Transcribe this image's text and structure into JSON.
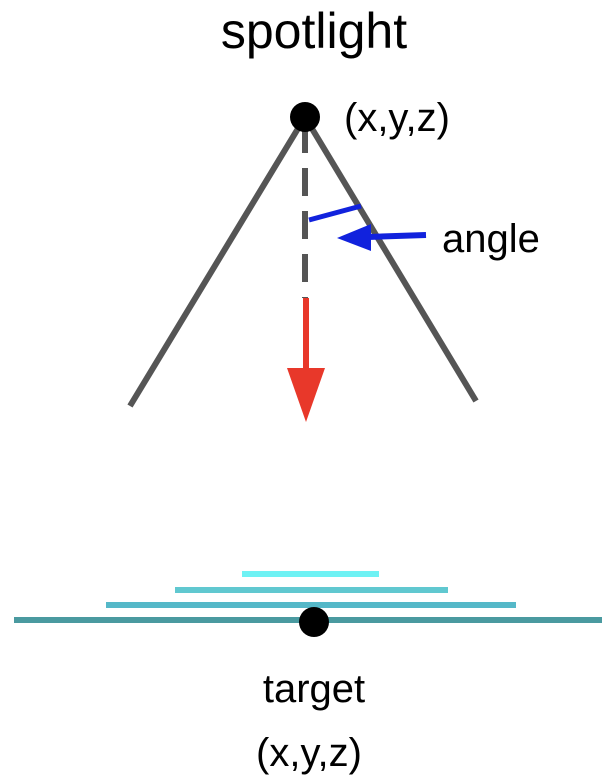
{
  "title": "spotlight",
  "labels": {
    "source_position": "(x,y,z)",
    "angle": "angle",
    "target": "target",
    "target_position": "(x,y,z)"
  },
  "colors": {
    "cone": "#555555",
    "direction_dash": "#555555",
    "direction_arrow": "#e8382a",
    "angle_marker": "#1122dd",
    "angle_pointer": "#1122dd",
    "point": "#000000",
    "target_line_1": "#4a9aa0",
    "target_line_2": "#55b8c8",
    "target_line_3": "#60c8d0",
    "target_line_4": "#6ff2f4"
  },
  "icons": {
    "source_point": "filled-circle",
    "target_point": "filled-circle",
    "direction": "arrow-down",
    "angle_pointer": "arrow-left"
  }
}
